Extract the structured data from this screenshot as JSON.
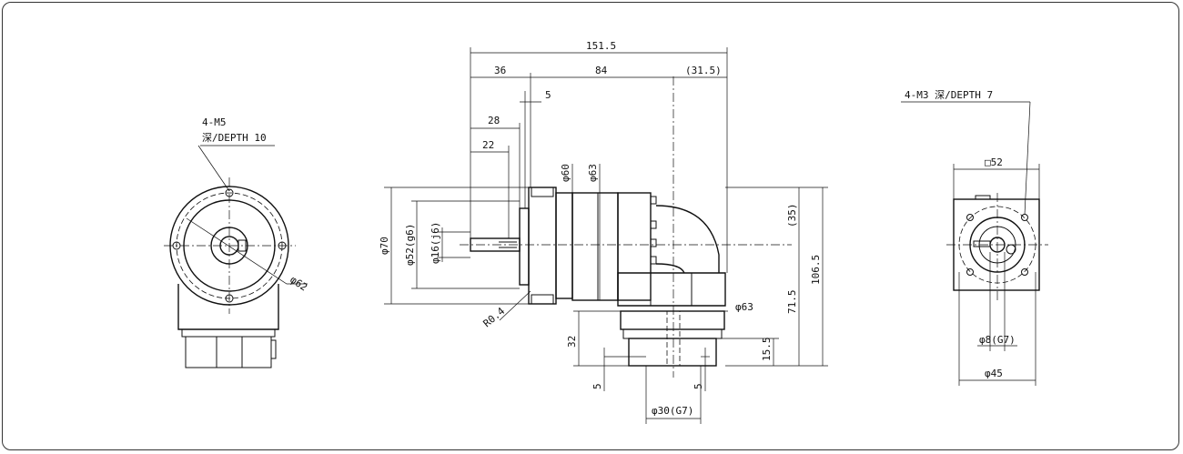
{
  "left_view": {
    "tap_callout_line1": "4-M5",
    "tap_callout_line2": "深/DEPTH  10",
    "pcd_label": "φ62"
  },
  "side_view": {
    "overall_length": "151.5",
    "dim_36": "36",
    "dim_84": "84",
    "dim_31_5": "(31.5)",
    "dim_5_top": "5",
    "dim_28": "28",
    "dim_22": "22",
    "dia_60": "φ60",
    "dia_63_top": "φ63",
    "dia_70": "φ70",
    "dia_52": "φ52(g6)",
    "dia_16": "φ16(j6)",
    "radius": "R0.4",
    "dim_35": "(35)",
    "dim_106_5": "106.5",
    "dim_71_5": "71.5",
    "dia_63_bottom": "φ63",
    "dim_32": "32",
    "dim_15_5": "15.5",
    "dim_5_left": "5",
    "dim_5_right": "5",
    "dia_30": "φ30(G7)"
  },
  "right_view": {
    "tap_callout": "4-M3  深/DEPTH  7",
    "square_52": "□52",
    "dia_8": "φ8(G7)",
    "dia_45": "φ45"
  }
}
